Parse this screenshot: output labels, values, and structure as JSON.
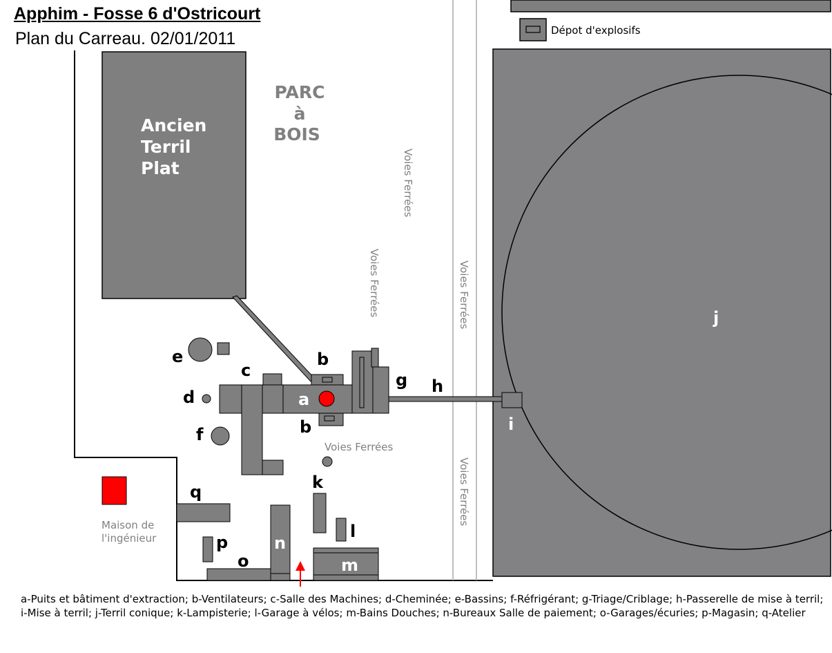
{
  "header": {
    "title": "Apphim - Fosse 6 d'Ostricourt",
    "subtitle": "Plan du Carreau. 02/01/2011"
  },
  "areas": {
    "terril_plat": [
      "Ancien",
      "Terril",
      "Plat"
    ],
    "parc_a_bois": [
      "PARC",
      "à",
      "BOIS"
    ],
    "depot": "Dépot d'explosifs",
    "maison": [
      "Maison de",
      "l'ingénieur"
    ],
    "voies_ferrees": "Voies Ferrées"
  },
  "building_letters": {
    "a": "a",
    "b": "b",
    "c": "c",
    "d": "d",
    "e": "e",
    "f": "f",
    "g": "g",
    "h": "h",
    "i": "i",
    "j": "j",
    "k": "k",
    "l": "l",
    "m": "m",
    "n": "n",
    "o": "o",
    "p": "p",
    "q": "q"
  },
  "colors": {
    "building": "#7f7f7f",
    "terril_conique": "#828285",
    "puits": "#ff0000",
    "maison": "#ff0000",
    "entrance_arrow": "#ff0000",
    "label_gray": "#808080"
  },
  "legend": "a-Puits et bâtiment d'extraction; b-Ventilateurs; c-Salle des Machines; d-Cheminée; e-Bassins; f-Réfrigérant; g-Triage/Criblage; h-Passerelle de mise à terril; i-Mise à terril; j-Terril conique; k-Lampisterie; l-Garage à vélos; m-Bains Douches; n-Bureaux Salle de paiement; o-Garages/écuries; p-Magasin; q-Atelier"
}
